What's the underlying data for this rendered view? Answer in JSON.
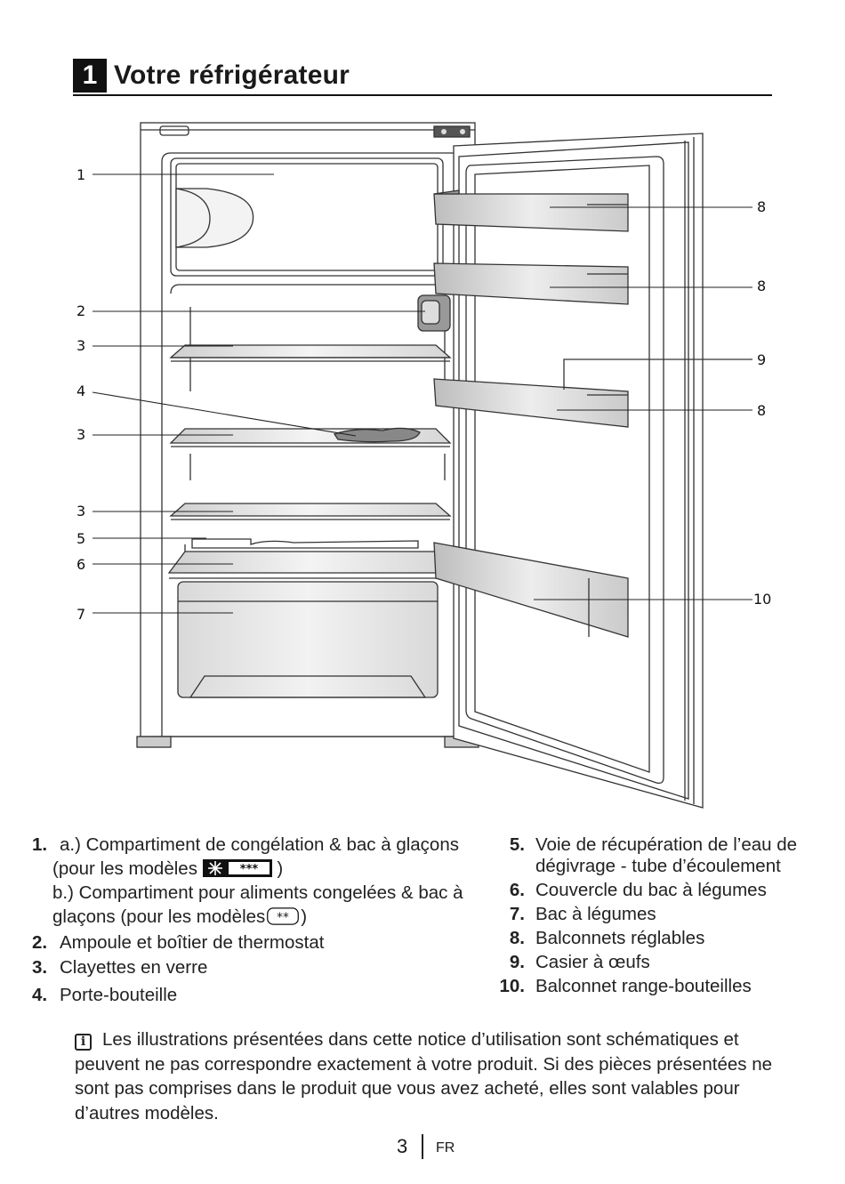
{
  "heading": {
    "number": "1",
    "title": "Votre réfrigérateur"
  },
  "callouts": {
    "c1": "1",
    "c2": "2",
    "c3a": "3",
    "c4": "4",
    "c3b": "3",
    "c3c": "3",
    "c5": "5",
    "c6": "6",
    "c7": "7",
    "c8a": "8",
    "c8b": "8",
    "c9": "9",
    "c8c": "8",
    "c10": "10"
  },
  "legend": {
    "item1": {
      "num": "1.",
      "line_a1": "a.) Compartiment de congélation & bac à glaçons",
      "line_a2_pre": "(pour les modèles",
      "line_a2_post": ")",
      "line_b1": "b.) Compartiment pour aliments congelées & bac à",
      "line_b2_pre": "glaçons (pour les modèles",
      "line_b2_post": ")"
    },
    "item2": {
      "num": "2.",
      "text": "Ampoule et boîtier de thermostat"
    },
    "item3": {
      "num": "3.",
      "text": "Clayettes en verre"
    },
    "item4": {
      "num": "4.",
      "text": "Porte-bouteille"
    },
    "item5": {
      "num": "5.",
      "line1": "Voie de récupération de l’eau de",
      "line2": "dégivrage - tube d’écoulement"
    },
    "item6": {
      "num": "6.",
      "text": "Couvercle du bac à légumes"
    },
    "item7": {
      "num": "7.",
      "text": "Bac à légumes"
    },
    "item8": {
      "num": "8.",
      "text": "Balconnets réglables"
    },
    "item9": {
      "num": "9.",
      "text": "Casier à œufs"
    },
    "item10": {
      "num": "10.",
      "text": "Balconnet range-bouteilles"
    }
  },
  "note": {
    "icon_glyph": "i",
    "text": "Les illustrations présentées dans cette notice d’utilisation sont schématiques et peuvent ne pas correspondre exactement à votre produit. Si des pièces présentées ne sont pas comprises dans le produit que vous avez acheté, elles sont valables pour d’autres modèles."
  },
  "footer": {
    "page": "3",
    "lang": "FR"
  }
}
